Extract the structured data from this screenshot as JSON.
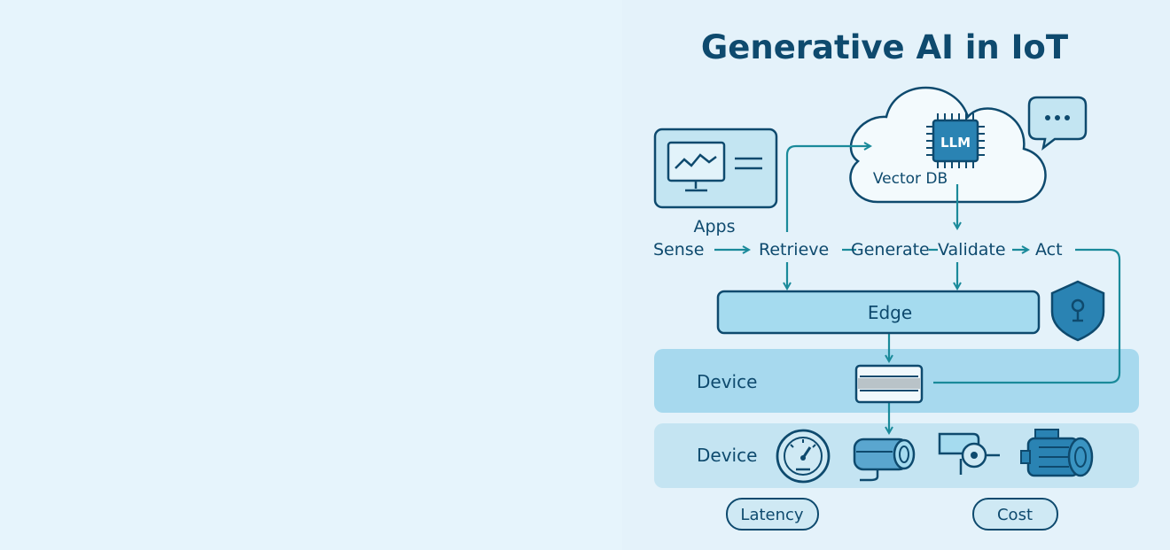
{
  "title": "Generative AI in IoT",
  "cloud": {
    "chip_label": "LLM",
    "db_label": "Vector DB"
  },
  "apps_label": "Apps",
  "pipeline": [
    "Sense",
    "Retrieve",
    "Generate",
    "Validate",
    "Act"
  ],
  "edge_label": "Edge",
  "device_labels": [
    "Device",
    "Device"
  ],
  "metrics": [
    "Latency",
    "Cost"
  ],
  "colors": {
    "navy": "#0e4a6e",
    "teal": "#1a8a9a",
    "band": "#a7d9ee",
    "band_light": "#c4e4f2",
    "fill": "#a5dbef"
  },
  "icons": [
    "monitor-chart-icon",
    "cloud-icon",
    "chip-icon",
    "chat-bubble-icon",
    "shield-icon",
    "gauge-icon",
    "sensor-icon",
    "camera-icon",
    "motor-icon",
    "gateway-icon"
  ]
}
